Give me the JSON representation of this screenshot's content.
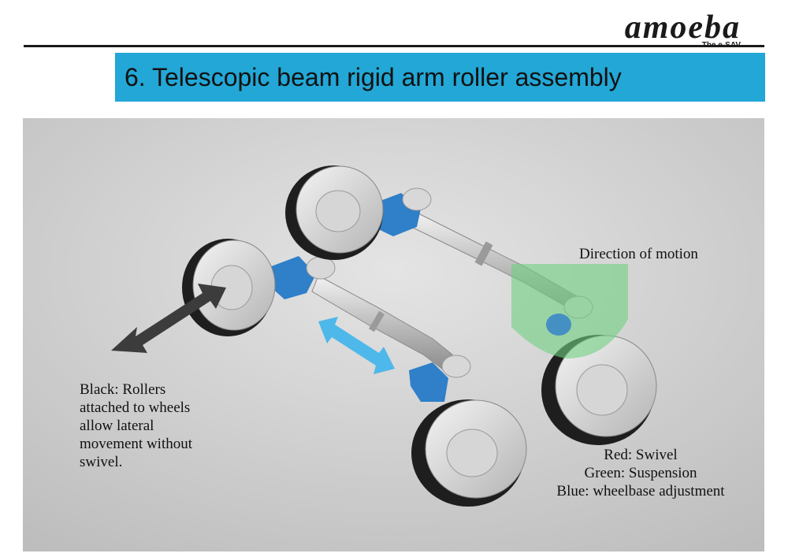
{
  "brand": {
    "name": "amoeba",
    "tagline": "The e-SAV"
  },
  "slide": {
    "title": "6. Telescopic beam rigid arm roller assembly"
  },
  "annotations": {
    "direction": "Direction of motion",
    "black_note": [
      "Black: Rollers",
      "attached to wheels",
      "allow lateral",
      "movement without",
      "swivel."
    ],
    "legend": [
      "Red: Swivel",
      "Green: Suspension",
      "Blue: wheelbase adjustment"
    ]
  },
  "colors": {
    "title_bar": "#22a7d6",
    "joint_blue": "#2f7fc9",
    "suspension_green": "#6fd080",
    "arrow_gray": "#3c3c3c",
    "arrow_blue": "#4fb8ea"
  }
}
